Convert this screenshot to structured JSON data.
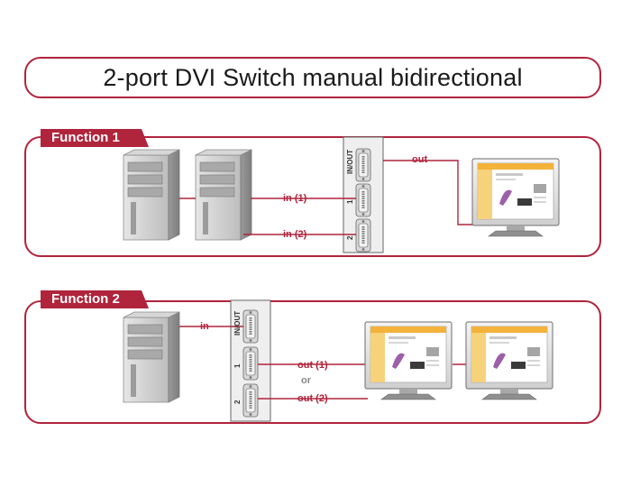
{
  "title": "2-port DVI Switch manual bidirectional",
  "function1": {
    "tag": "Function 1",
    "labels": {
      "out": "out",
      "in1": "in (1)",
      "in2": "in (2)"
    },
    "ports": {
      "inout": "IN/OUT",
      "p1": "1",
      "p2": "2"
    }
  },
  "function2": {
    "tag": "Function 2",
    "labels": {
      "in": "in",
      "out1": "out (1)",
      "or": "or",
      "out2": "out (2)"
    },
    "ports": {
      "inout": "IN/OUT",
      "p1": "1",
      "p2": "2"
    }
  },
  "colors": {
    "accent": "#b0243c",
    "screen": "#f3b23a"
  }
}
